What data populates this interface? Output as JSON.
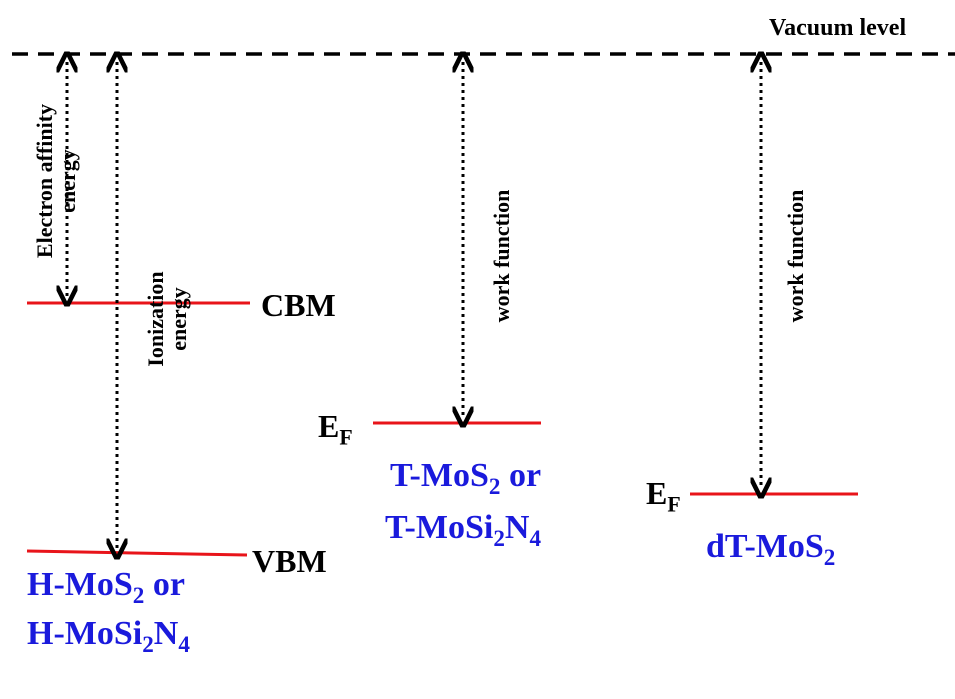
{
  "labels": {
    "vacuum": "Vacuum level",
    "cbm": "CBM",
    "vbm": "VBM",
    "ef_main": "E",
    "ef_sub": "F",
    "electron_affinity_line1": "Electron affinity",
    "electron_affinity_line2": "energy",
    "ionization_line1": "Ionization",
    "ionization_line2": "energy",
    "work_function": "work function"
  },
  "materials": {
    "h": {
      "line1_a": "H-MoS",
      "line1_sub": "2",
      "line1_b": " or",
      "line2_a": "H-MoSi",
      "line2_sub1": "2",
      "line2_b": "N",
      "line2_sub2": "4"
    },
    "t": {
      "line1_a": "T-MoS",
      "line1_sub": "2",
      "line1_b": " or",
      "line2_a": "T-MoSi",
      "line2_sub1": "2",
      "line2_b": "N",
      "line2_sub2": "4"
    },
    "dt": {
      "line1_a": "dT-MoS",
      "line1_sub": "2"
    }
  },
  "colors": {
    "level_line": "#e8141a",
    "material_text": "#1a1adc",
    "text": "#000000"
  }
}
